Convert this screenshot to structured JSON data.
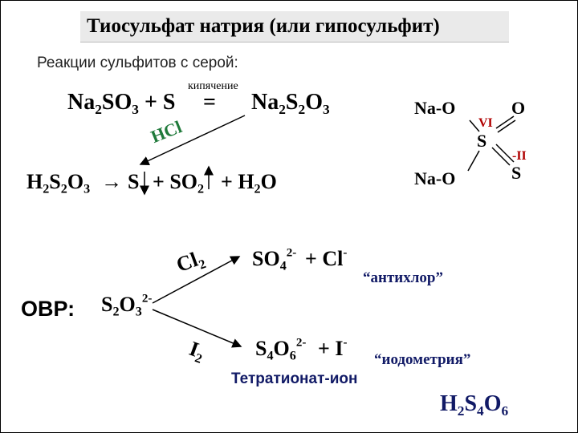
{
  "title": "Тиосульфат натрия (или гипосульфит)",
  "subtitle": "Реакции сульфитов с серой:",
  "reaction1": {
    "condition": "кипячение",
    "equals": "=",
    "hcl": "HCl",
    "reactants_na": "Na",
    "reactants_so": "SO",
    "reactants_s": " + S",
    "product_na": "Na",
    "product_s": "S",
    "product_o": "O",
    "sub2": "2",
    "sub3": "3"
  },
  "reaction2": {
    "h": "H",
    "s": "S",
    "o": "O",
    "arrow": "→",
    "s_precip": "S",
    "plus1": "+ SO",
    "plus2": "+ H",
    "water_o": "O",
    "sub2": "2",
    "sub3": "3"
  },
  "structure": {
    "na_o_top": "Na-O",
    "na_o_bottom": "Na-O",
    "o": "O",
    "s_center": "S",
    "s_bottom": "S",
    "ox_vi": "VI",
    "ox_minus_ii": "-II"
  },
  "redox": {
    "label": "ОВР:",
    "ion_s": "S",
    "ion_o": "O",
    "ion_sub2": "2",
    "ion_sub3": "3",
    "ion_charge": "2-",
    "cl2_text": "Cl",
    "cl2_sub": "2",
    "i2_text": "I",
    "i2_sub": "2",
    "product1_so": "SO",
    "product1_sub": "4",
    "product1_charge": "2-",
    "product1_plus": "+ Cl",
    "product1_minus": "-",
    "note1": "“антихлор”",
    "product2_s": "S",
    "product2_sub4": "4",
    "product2_o": "O",
    "product2_sub6": "6",
    "product2_charge": "2-",
    "product2_plus": "+ I",
    "product2_minus": "-",
    "note2": "“иодометрия”",
    "ion_name": "Тетратионат-ион",
    "acid_h": "H",
    "acid_sub2": "2",
    "acid_s": "S",
    "acid_sub4": "4",
    "acid_o": "O",
    "acid_sub6": "6"
  }
}
